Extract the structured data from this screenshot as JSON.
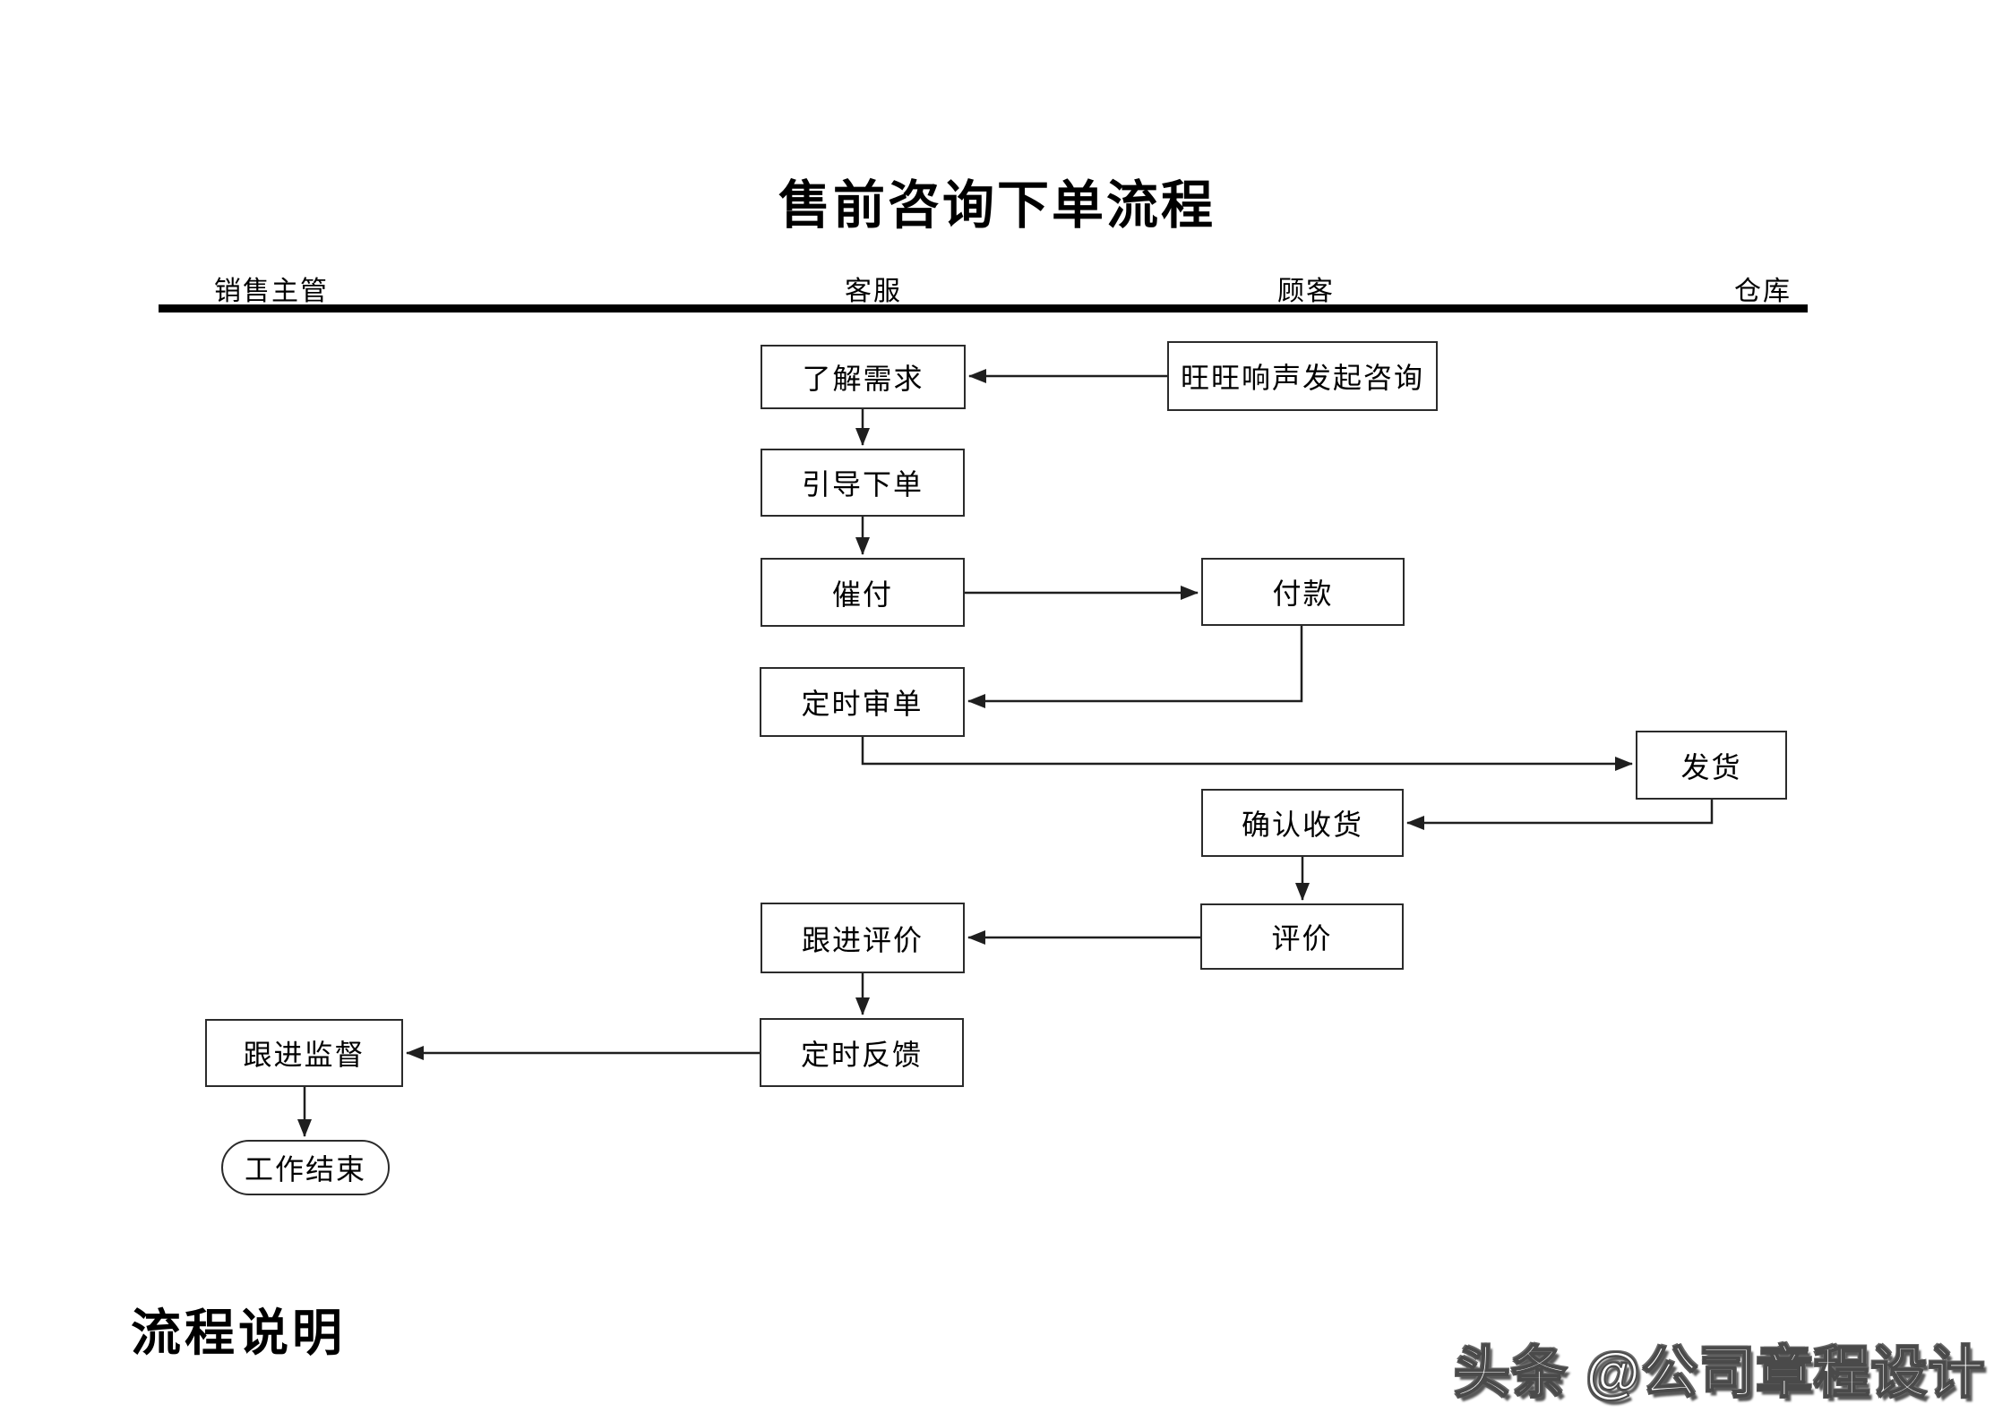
{
  "title": "售前咨询下单流程",
  "lanes": [
    {
      "label": "销售主管"
    },
    {
      "label": "客服"
    },
    {
      "label": "顾客"
    },
    {
      "label": "仓库"
    }
  ],
  "nodes": [
    {
      "id": "understand-needs",
      "label": "了解需求",
      "shape": "rect",
      "lane": "客服"
    },
    {
      "id": "wangwang-inquiry",
      "label": "旺旺响声发起咨询",
      "shape": "rect",
      "lane": "顾客"
    },
    {
      "id": "guide-order",
      "label": "引导下单",
      "shape": "rect",
      "lane": "客服"
    },
    {
      "id": "urge-payment",
      "label": "催付",
      "shape": "rect",
      "lane": "客服"
    },
    {
      "id": "payment",
      "label": "付款",
      "shape": "rect",
      "lane": "顾客"
    },
    {
      "id": "scheduled-order-review",
      "label": "定时审单",
      "shape": "rect",
      "lane": "客服"
    },
    {
      "id": "ship-goods",
      "label": "发货",
      "shape": "rect",
      "lane": "仓库"
    },
    {
      "id": "confirm-receipt",
      "label": "确认收货",
      "shape": "rect",
      "lane": "顾客"
    },
    {
      "id": "review",
      "label": "评价",
      "shape": "rect",
      "lane": "顾客"
    },
    {
      "id": "follow-up-review",
      "label": "跟进评价",
      "shape": "rect",
      "lane": "客服"
    },
    {
      "id": "scheduled-feedback",
      "label": "定时反馈",
      "shape": "rect",
      "lane": "客服"
    },
    {
      "id": "follow-up-supervision",
      "label": "跟进监督",
      "shape": "rect",
      "lane": "销售主管"
    },
    {
      "id": "work-end",
      "label": "工作结束",
      "shape": "terminator",
      "lane": "销售主管"
    }
  ],
  "edges": [
    {
      "from": "wangwang-inquiry",
      "to": "understand-needs"
    },
    {
      "from": "understand-needs",
      "to": "guide-order"
    },
    {
      "from": "guide-order",
      "to": "urge-payment"
    },
    {
      "from": "urge-payment",
      "to": "payment"
    },
    {
      "from": "payment",
      "to": "scheduled-order-review"
    },
    {
      "from": "scheduled-order-review",
      "to": "ship-goods"
    },
    {
      "from": "ship-goods",
      "to": "confirm-receipt"
    },
    {
      "from": "confirm-receipt",
      "to": "review"
    },
    {
      "from": "review",
      "to": "follow-up-review"
    },
    {
      "from": "follow-up-review",
      "to": "scheduled-feedback"
    },
    {
      "from": "scheduled-feedback",
      "to": "follow-up-supervision"
    },
    {
      "from": "follow-up-supervision",
      "to": "work-end"
    }
  ],
  "footer": {
    "section_heading": "流程说明"
  },
  "watermark": {
    "text": "头条 @公司章程设计"
  },
  "colors": {
    "background": "#ffffff",
    "line": "#1f1f1f",
    "text": "#000000",
    "separator": "#000000"
  }
}
